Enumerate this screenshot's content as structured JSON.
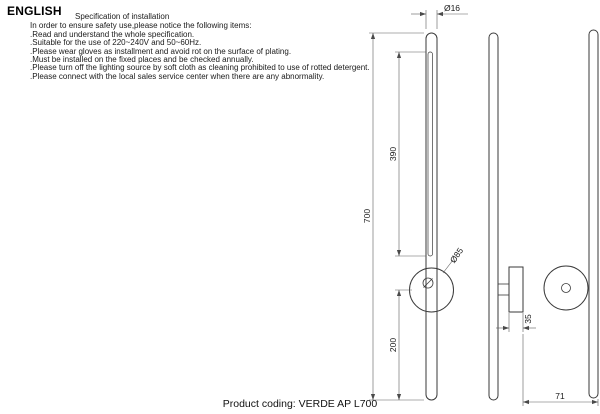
{
  "header": {
    "language": "ENGLISH",
    "spec_title": "Specification of installation",
    "lines": [
      "In order to ensure safety use,please notice the following items:",
      ".Read and understand the whole specification.",
      ".Suitable for the use of 220~240V and 50~60Hz.",
      ".Please wear gloves as installment and avoid rot on the surface of plating.",
      ".Must be installed on the fixed places and be checked annually.",
      ".Please turn off the lighting source by soft cloth as cleaning prohibited to use of rotted detergent.",
      ".Please connect with the local sales service center when there are any abnormality."
    ]
  },
  "drawing": {
    "dimensions": {
      "top_diameter": "Ø16",
      "strip_length": "390",
      "overall_length": "700",
      "canopy_diameter": "Ø85",
      "bottom_offset": "200",
      "bracket_depth": "35",
      "total_depth": "71"
    }
  },
  "footer": {
    "product_coding": "Product coding: VERDE AP L700"
  }
}
